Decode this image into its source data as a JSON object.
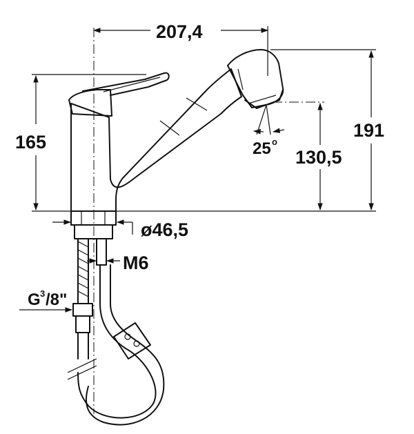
{
  "dimensions": {
    "spout_reach": "207,4",
    "total_height": "191",
    "body_height": "165",
    "outlet_height": "130,5",
    "spray_angle_value": "25",
    "spray_angle_unit": "o",
    "base_diameter": "ø46,5",
    "stud_thread": "M6",
    "hose_connection_prefix": "G",
    "hose_connection_num": "3",
    "hose_connection_den": "/8\""
  }
}
